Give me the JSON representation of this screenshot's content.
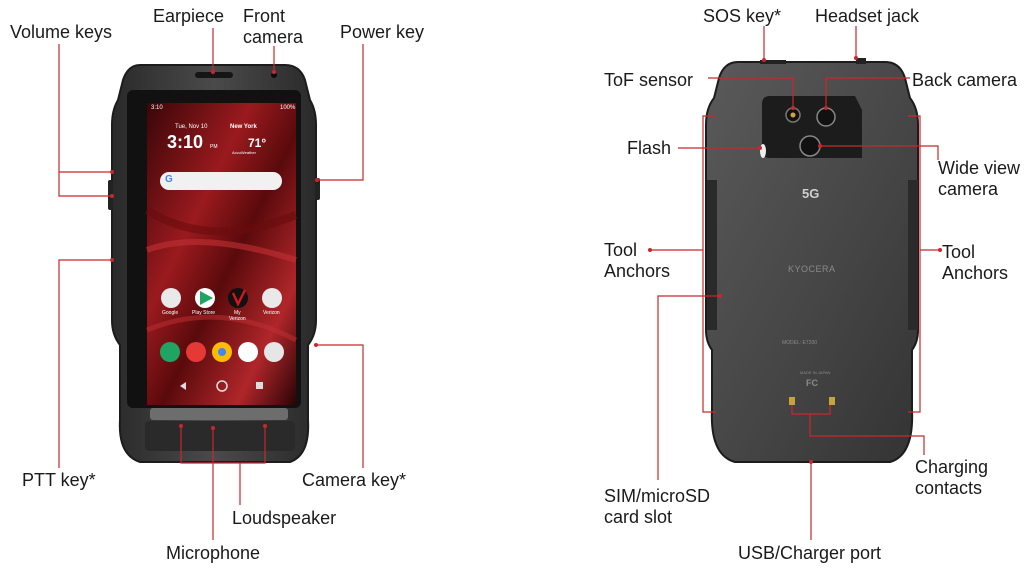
{
  "labels": {
    "volume_keys": "Volume keys",
    "earpiece": "Earpiece",
    "front_camera": "Front\ncamera",
    "power_key": "Power key",
    "ptt_key": "PTT key*",
    "camera_key": "Camera key*",
    "loudspeaker": "Loudspeaker",
    "microphone": "Microphone",
    "sos_key": "SOS key*",
    "headset_jack": "Headset jack",
    "tof_sensor": "ToF sensor",
    "back_camera": "Back camera",
    "flash": "Flash",
    "wide_view_camera": "Wide view\ncamera",
    "tool_anchors_left": "Tool\nAnchors",
    "tool_anchors_right": "Tool\nAnchors",
    "charging_contacts": "Charging\ncontacts",
    "sim_slot": "SIM/microSD\ncard slot",
    "usb_port": "USB/Charger port"
  },
  "screen": {
    "status_time": "3:10",
    "status_battery": "100%",
    "date": "Tue, Nov 10",
    "clock": "3:10",
    "clock_ampm": "PM",
    "city": "New York",
    "temperature": "71°",
    "weather_source": "AccuWeather",
    "search_logo": "G",
    "apps": [
      "Google",
      "Play Store",
      "My\nVerizon",
      "Verizon"
    ]
  },
  "back": {
    "badge_5g": "5G",
    "brand": "KYOCERA",
    "fine_print": "MODEL: E7200",
    "made_in": "MADE IN JAPAN",
    "fcc": "FC"
  },
  "colors": {
    "leader": "#c8282d",
    "body": "#3a3a3a",
    "screen_red": "#8e1216"
  },
  "icons": [
    "power-icon",
    "speaker-icon",
    "camera-icon",
    "flash-icon",
    "phone-icon",
    "chrome-icon",
    "photos-icon",
    "search-icon",
    "mic-icon"
  ]
}
